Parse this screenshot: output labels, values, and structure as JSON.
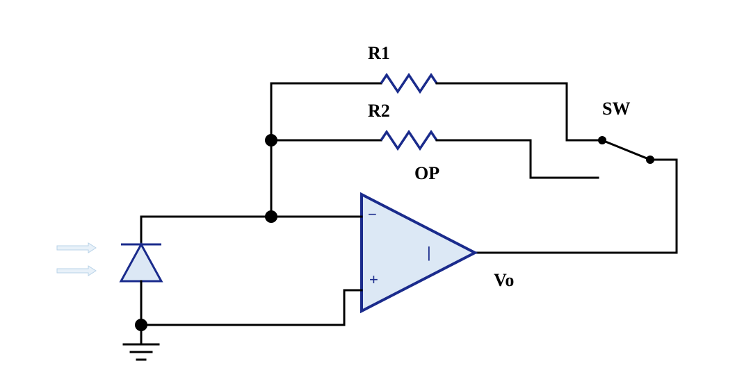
{
  "labels": {
    "r1": "R1",
    "r2": "R2",
    "sw": "SW",
    "op": "OP",
    "vo": "Vo",
    "minus": "−",
    "plus": "+",
    "op_mark": "|"
  },
  "colors": {
    "wire": "#000000",
    "component_stroke": "#1a2b8c",
    "component_fill": "#dce8f5",
    "light_arrow": "#b9d3e8"
  },
  "icons": {
    "light": "light-arrows-icon",
    "ground": "ground-icon"
  }
}
